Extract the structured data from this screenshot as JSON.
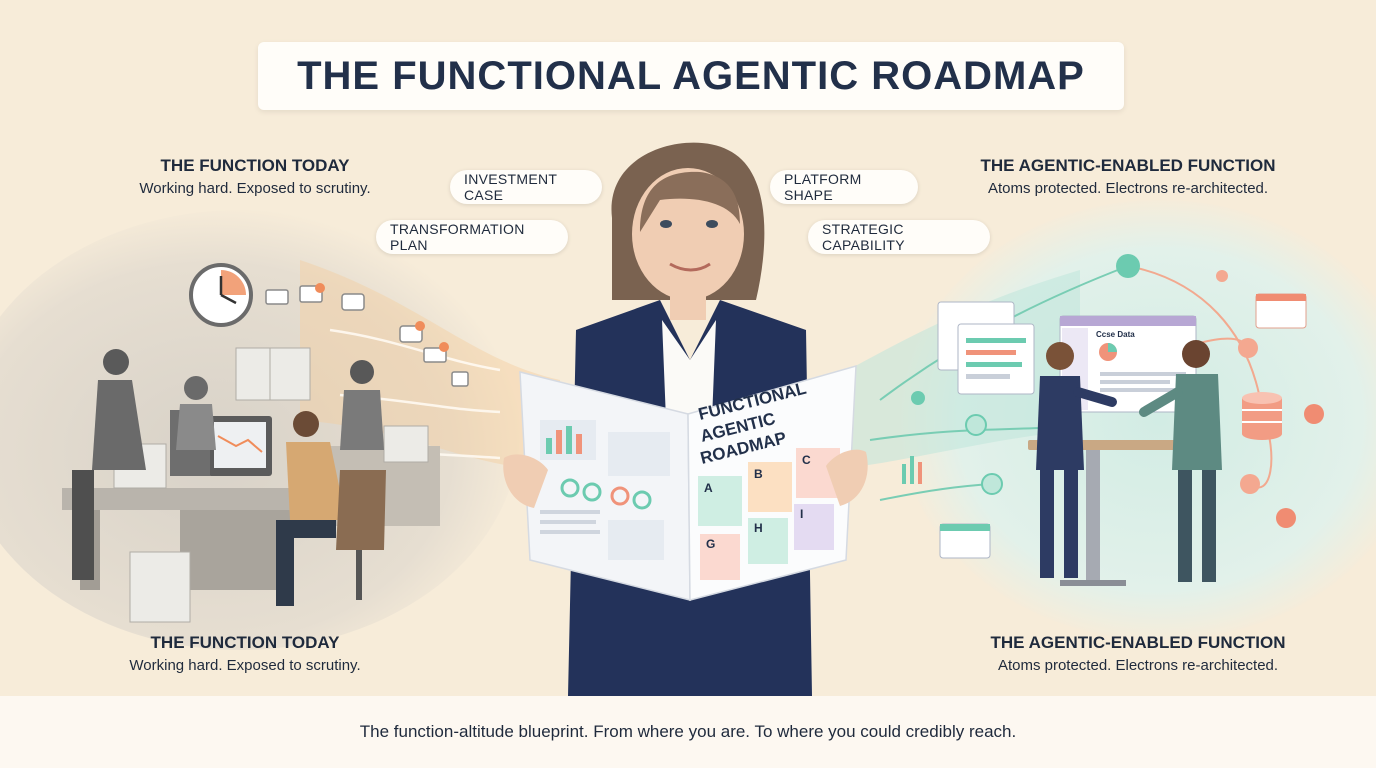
{
  "title": "THE FUNCTIONAL AGENTIC ROADMAP",
  "left_top": {
    "heading": "THE FUNCTION TODAY",
    "sub": "Working hard. Exposed to scrutiny."
  },
  "right_top": {
    "heading": "THE AGENTIC-ENABLED FUNCTION",
    "sub": "Atoms protected. Electrons re-architected."
  },
  "left_bottom": {
    "heading": "THE FUNCTION TODAY",
    "sub": "Working hard. Exposed to scrutiny."
  },
  "right_bottom": {
    "heading": "THE AGENTIC-ENABLED FUNCTION",
    "sub": "Atoms protected. Electrons re-architected."
  },
  "pills": {
    "investment": "INVESTMENT CASE",
    "transformation": "TRANSFORMATION PLAN",
    "platform": "PLATFORM SHAPE",
    "strategic": "STRATEGIC CAPABILITY"
  },
  "document": {
    "title_line1": "FUNCTIONAL",
    "title_line2": "AGENTIC",
    "title_line3": "ROADMAP",
    "tiles": [
      "A",
      "B",
      "C",
      "G",
      "H",
      "I"
    ]
  },
  "screen_label": "Ccse Data",
  "footer": "The function-altitude blueprint. From where you are. To where you could credibly reach.",
  "colors": {
    "navy": "#22304a",
    "teal": "#5cc3a6",
    "coral": "#f0937a",
    "orange": "#f1a866",
    "cream": "#f7ecd9"
  }
}
